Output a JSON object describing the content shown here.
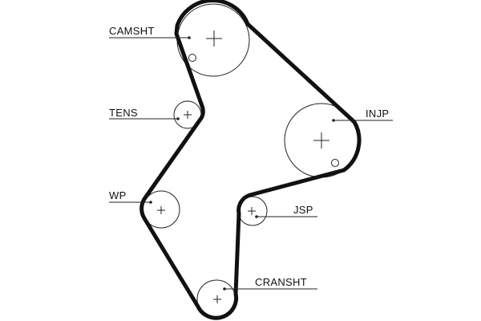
{
  "labels": {
    "camshaft": "CAMSHT",
    "tensioner": "TENS",
    "water_pump": "WP",
    "injection_pump": "INJP",
    "jsp": "JSP",
    "crankshaft": "CRANSHT"
  }
}
